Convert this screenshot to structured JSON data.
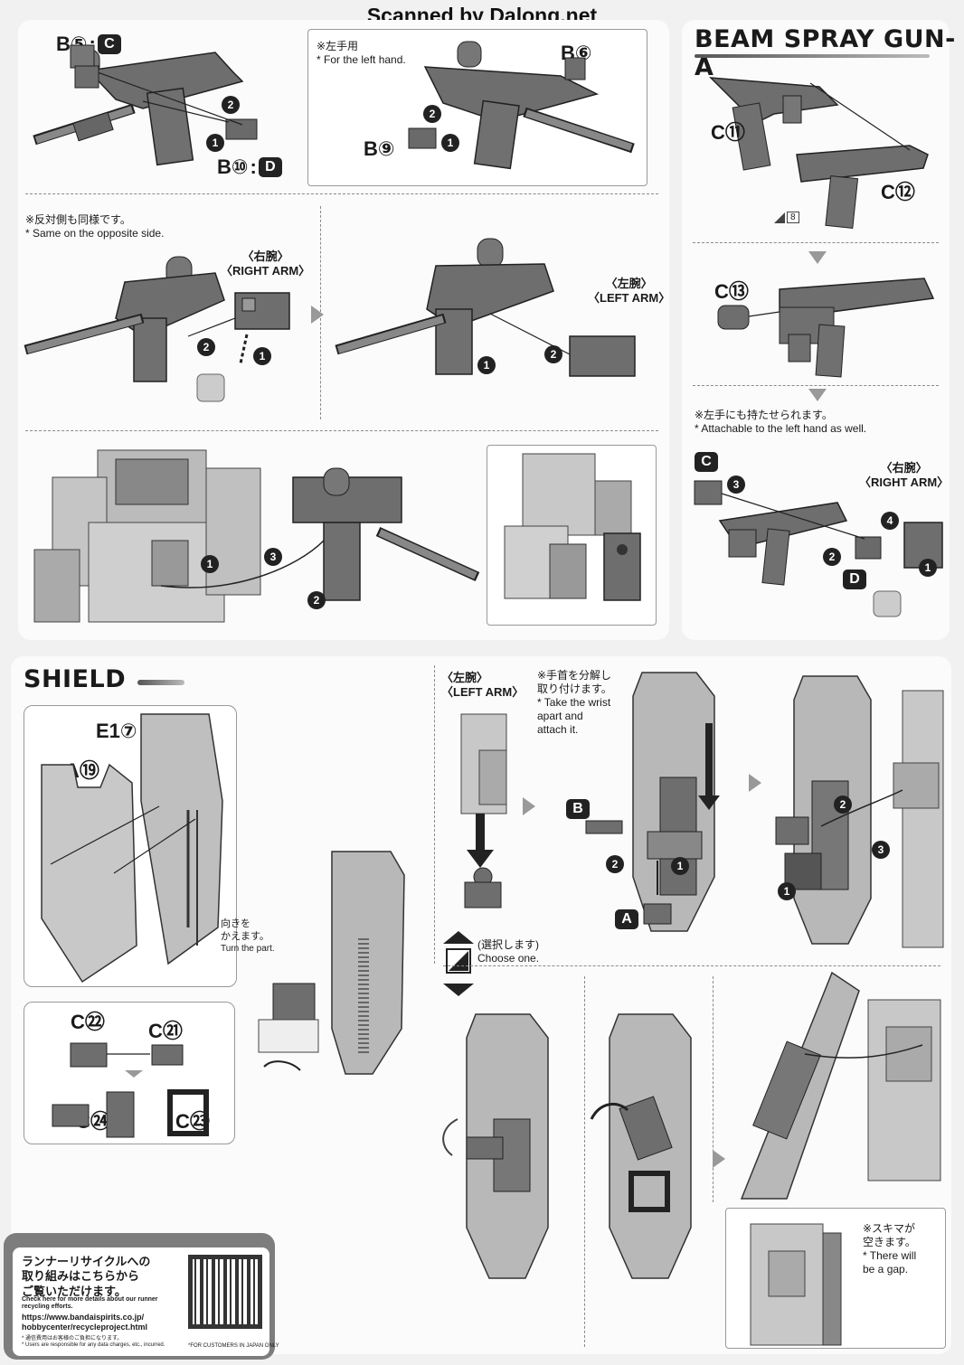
{
  "header": {
    "scanned_by": "Scanned by Dalong.net"
  },
  "gun_a_section": {
    "title": "BEAM SPRAY GUN-A",
    "parts": {
      "c11": "C⑪",
      "c12": "C⑫",
      "c13": "C⑬",
      "c": "C",
      "d": "D"
    },
    "sticker_num": "8",
    "left_hand_note_jp": "※左手にも持たせられます。",
    "left_hand_note_en": "* Attachable to the left hand as well.",
    "right_arm_jp": "〈右腕〉",
    "right_arm_en": "〈RIGHT ARM〉"
  },
  "gun_top": {
    "b5": "B⑤",
    "c_label": "C",
    "b10": "B⑩",
    "d_label": "D",
    "left_hand_jp": "※左手用",
    "left_hand_en": "* For the left hand.",
    "b6": "B⑥",
    "b9": "B⑨"
  },
  "gun_mid": {
    "opposite_jp": "※反対側も同様です。",
    "opposite_en": "* Same on the opposite side.",
    "right_arm_jp": "〈右腕〉",
    "right_arm_en": "〈RIGHT ARM〉",
    "left_arm_jp": "〈左腕〉",
    "left_arm_en": "〈LEFT ARM〉"
  },
  "shield_section": {
    "title": "SHIELD",
    "e17": "E1⑦",
    "a19": "A⑲",
    "turn_jp": "向きを\nかえます。",
    "turn_en": "Turn the part.",
    "c22": "C㉒",
    "c21": "C㉑",
    "c24": "C㉔",
    "c23": "C㉓",
    "left_arm_jp": "〈左腕〉",
    "left_arm_en": "〈LEFT ARM〉",
    "wrist_jp": "※手首を分解し\n取り付けます。",
    "wrist_en": "* Take the wrist\napart and\nattach it.",
    "b": "B",
    "a": "A",
    "choose_jp": "(選択します)",
    "choose_en": "Choose one.",
    "gap_jp": "※スキマが\n空きます。",
    "gap_en": "* There will\nbe a gap."
  },
  "recycle": {
    "jp": "ランナーリサイクルへの\n取り組みはこちらから\nご覧いただけます。",
    "en": "Check here for more details about our runner recycling efforts.",
    "url": "https://www.bandaispirits.co.jp/\nhobbycenter/recycleproject.html",
    "note": "* 通信費用はお客様のご負担になります。\n* Users are responsible for any data charges, etc., incurred.",
    "customers": "*FOR CUSTOMERS IN JAPAN ONLY"
  },
  "steps": {
    "s1": "1",
    "s2": "2",
    "s3": "3",
    "s4": "4"
  },
  "colors": {
    "accent_dark": "#222222",
    "panel_light": "#fbfbfb",
    "part_gray": "#6e6e6e"
  }
}
